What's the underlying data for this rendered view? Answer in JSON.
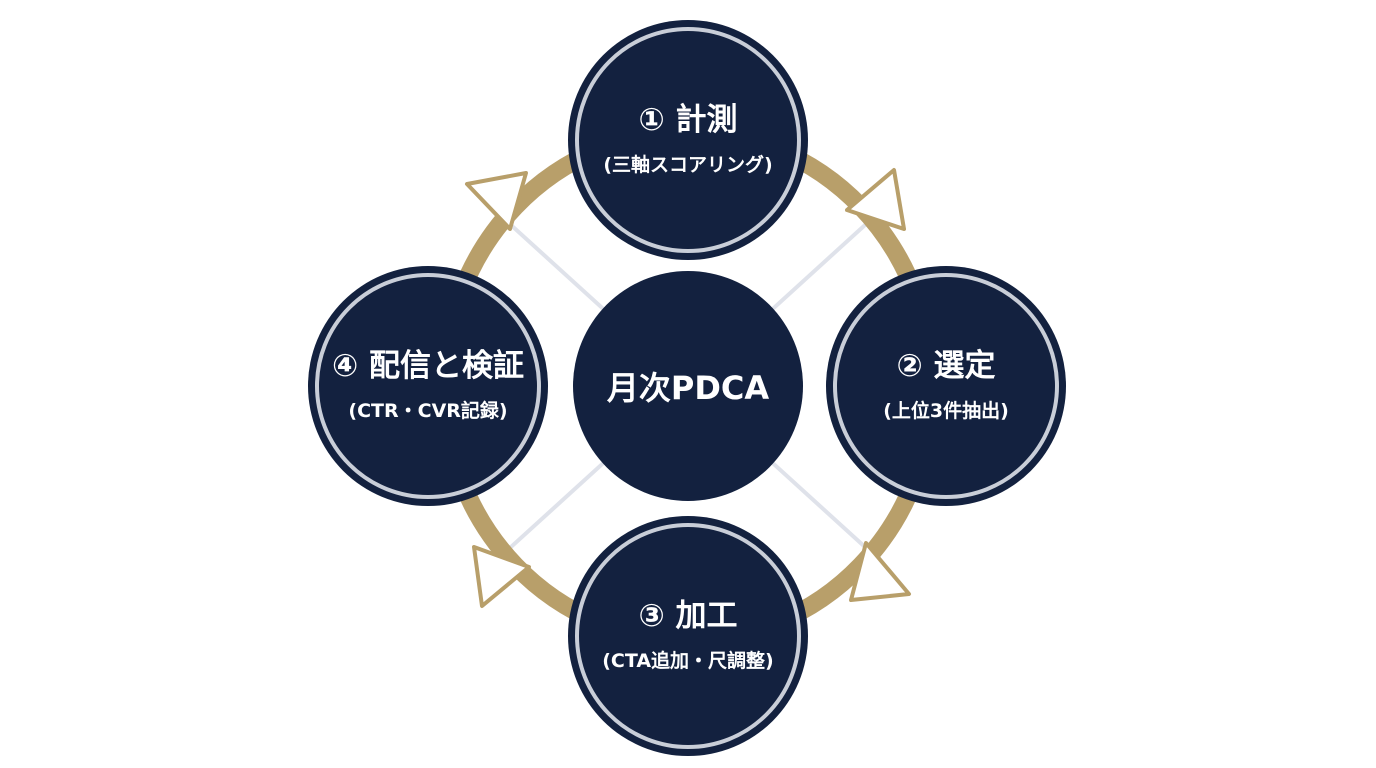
{
  "center": {
    "label": "月次PDCA"
  },
  "steps": [
    {
      "title": "① 計測",
      "subtitle": "(三軸スコアリング)"
    },
    {
      "title": "② 選定",
      "subtitle": "(上位3件抽出)"
    },
    {
      "title": "③ 加工",
      "subtitle": "(CTA追加・尺調整)"
    },
    {
      "title": "④ 配信と検証",
      "subtitle": "(CTR・CVR記録)"
    }
  ],
  "colors": {
    "node_fill": "#13213f",
    "node_ring": "#c9ced8",
    "cycle_arrow": "#b89f6a",
    "spoke": "#dfe2ea",
    "background": "#ffffff"
  }
}
